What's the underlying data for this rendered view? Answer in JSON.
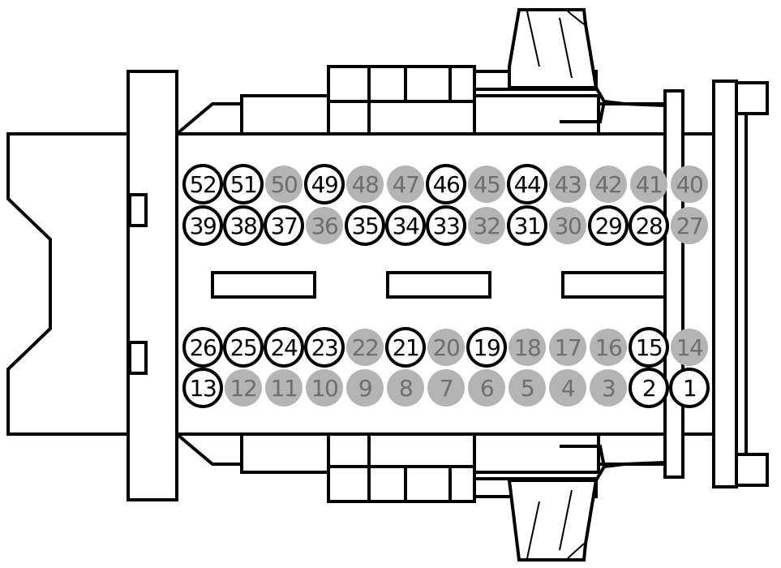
{
  "colors": {
    "line": "#000000",
    "populated_fill": "#ffffff",
    "populated_text": "#000000",
    "empty_fill": "#b4b4b4",
    "empty_text": "#6e6e6e"
  },
  "pins": [
    {
      "label": "52",
      "state": "populated"
    },
    {
      "label": "51",
      "state": "populated"
    },
    {
      "label": "50",
      "state": "empty"
    },
    {
      "label": "49",
      "state": "populated"
    },
    {
      "label": "48",
      "state": "empty"
    },
    {
      "label": "47",
      "state": "empty"
    },
    {
      "label": "46",
      "state": "populated"
    },
    {
      "label": "45",
      "state": "empty"
    },
    {
      "label": "44",
      "state": "populated"
    },
    {
      "label": "43",
      "state": "empty"
    },
    {
      "label": "42",
      "state": "empty"
    },
    {
      "label": "41",
      "state": "empty"
    },
    {
      "label": "40",
      "state": "empty"
    },
    {
      "label": "39",
      "state": "populated"
    },
    {
      "label": "38",
      "state": "populated"
    },
    {
      "label": "37",
      "state": "populated"
    },
    {
      "label": "36",
      "state": "empty"
    },
    {
      "label": "35",
      "state": "populated"
    },
    {
      "label": "34",
      "state": "populated"
    },
    {
      "label": "33",
      "state": "populated"
    },
    {
      "label": "32",
      "state": "empty"
    },
    {
      "label": "31",
      "state": "populated"
    },
    {
      "label": "30",
      "state": "empty"
    },
    {
      "label": "29",
      "state": "populated"
    },
    {
      "label": "28",
      "state": "populated"
    },
    {
      "label": "27",
      "state": "empty"
    },
    {
      "label": "26",
      "state": "populated"
    },
    {
      "label": "25",
      "state": "populated"
    },
    {
      "label": "24",
      "state": "populated"
    },
    {
      "label": "23",
      "state": "populated"
    },
    {
      "label": "22",
      "state": "empty"
    },
    {
      "label": "21",
      "state": "populated"
    },
    {
      "label": "20",
      "state": "empty"
    },
    {
      "label": "19",
      "state": "populated"
    },
    {
      "label": "18",
      "state": "empty"
    },
    {
      "label": "17",
      "state": "empty"
    },
    {
      "label": "16",
      "state": "empty"
    },
    {
      "label": "15",
      "state": "populated"
    },
    {
      "label": "14",
      "state": "empty"
    },
    {
      "label": "13",
      "state": "populated"
    },
    {
      "label": "12",
      "state": "empty"
    },
    {
      "label": "11",
      "state": "empty"
    },
    {
      "label": "10",
      "state": "empty"
    },
    {
      "label": "9",
      "state": "empty"
    },
    {
      "label": "8",
      "state": "empty"
    },
    {
      "label": "7",
      "state": "empty"
    },
    {
      "label": "6",
      "state": "empty"
    },
    {
      "label": "5",
      "state": "empty"
    },
    {
      "label": "4",
      "state": "empty"
    },
    {
      "label": "3",
      "state": "empty"
    },
    {
      "label": "2",
      "state": "populated"
    },
    {
      "label": "1",
      "state": "populated"
    }
  ]
}
